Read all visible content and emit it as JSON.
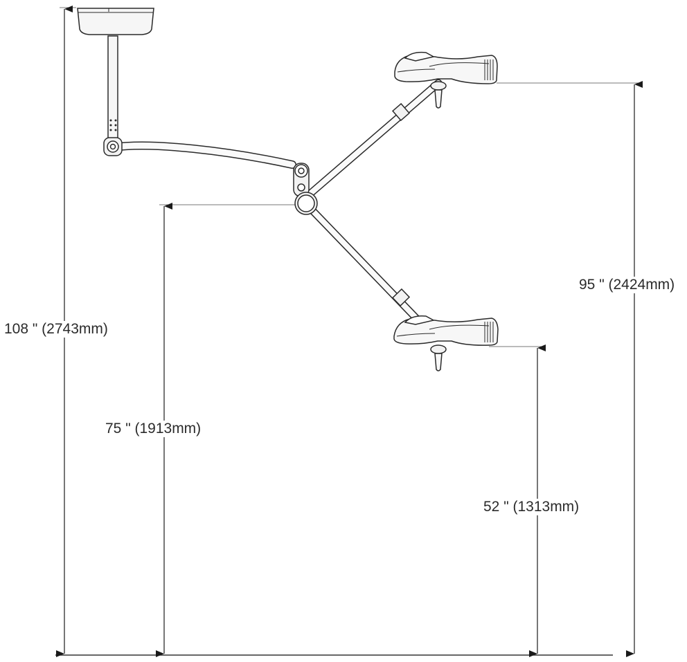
{
  "dimensions": {
    "total_height": "108 \" (2743mm)",
    "hub_height": "75 \" (1913mm)",
    "upper_head_height": "95 \" (2424mm)",
    "lower_head_height": "52 \" (1313mm)"
  }
}
